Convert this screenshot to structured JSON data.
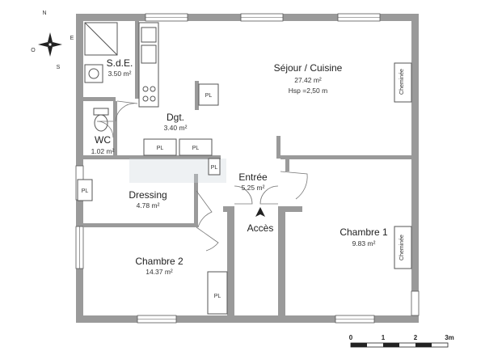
{
  "compass": {
    "n": "N",
    "e": "E",
    "s": "S",
    "o": "O"
  },
  "rooms": {
    "sde": {
      "name": "S.d.E.",
      "area": "3.50 m²"
    },
    "sejour": {
      "name": "Séjour / Cuisine",
      "area": "27.42 m²",
      "height": "Hsp =2,50 m"
    },
    "dgt": {
      "name": "Dgt.",
      "area": "3.40 m²"
    },
    "wc": {
      "name": "WC",
      "area": "1.02 m²"
    },
    "entree": {
      "name": "Entrée",
      "area": "5.25 m²"
    },
    "dressing": {
      "name": "Dressing",
      "area": "4.78 m²"
    },
    "chambre1": {
      "name": "Chambre 1",
      "area": "9.83 m²"
    },
    "chambre2": {
      "name": "Chambre 2",
      "area": "14.37 m²"
    }
  },
  "labels": {
    "pl": "PL",
    "cheminee": "Cheminée",
    "acces": "Accès"
  },
  "scale": {
    "ticks": [
      "0",
      "1",
      "2",
      "3m"
    ]
  },
  "colors": {
    "wall": "#9a9a9a",
    "lines": "#555555",
    "text": "#222222"
  }
}
